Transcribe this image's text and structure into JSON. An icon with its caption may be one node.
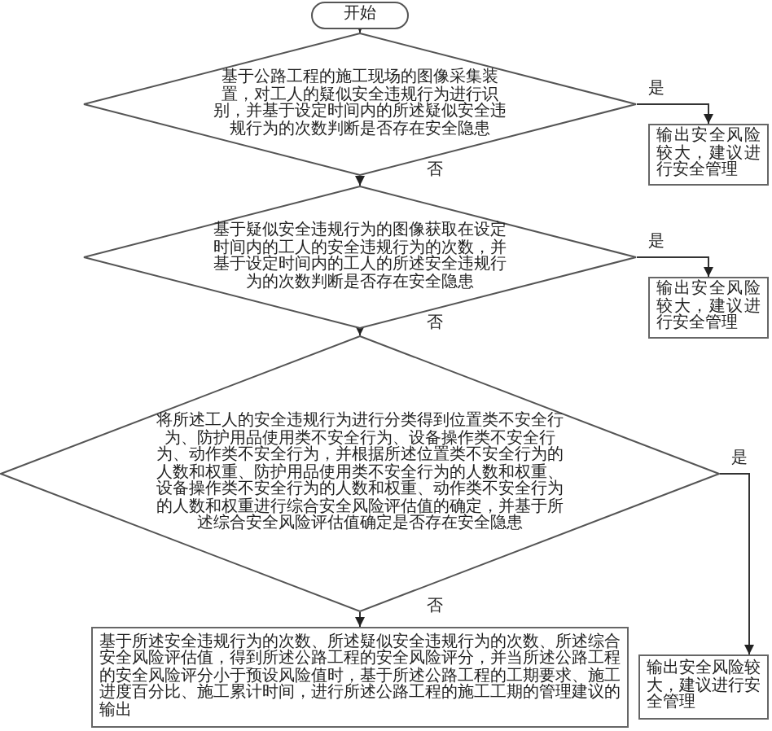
{
  "diagram": {
    "nodes": [
      {
        "text": [
          "开始"
        ]
      },
      {
        "text": [
          "基于公路工程的施工现场的图像采集装置，对工人的疑似安全违规行为进行识别，并基于设定时间内的所述疑似安全违规行为的次数判断是否存在安全隐患"
        ]
      },
      {
        "text": [
          "输出安全风险较大，建议进行安全管理"
        ]
      },
      {
        "text": [
          "基于疑似安全违规行为的图像获取在设定时间内的工人的安全违规行为的次数，并基于设定时间内的工人的所述安全违规行为的次数判断是否存在安全隐患"
        ]
      },
      {
        "text": [
          "输出安全风险较大，建议进行安全管理"
        ]
      },
      {
        "text": [
          "将所述工人的安全违规行为进行分类得到位置类不安全行为、防护用品使用类不安全行为、设备操作类不安全行为、动作类不安全行为，并根据所述位置类不安全行为的人数和权重、防护用品使用类不安全行为的人数和权重、设备操作类不安全行为的人数和权重、动作类不安全行为的人数和权重进行综合安全风险评估值的确定，并基于所述综合安全风险评估值确定是否存在安全隐患"
        ]
      },
      {
        "text": [
          "输出安全风险较大，建议进行安全管理"
        ]
      },
      {
        "text": [
          "基于所述安全违规行为的次数、所述疑似安全违规行为的次数、所述综合安全风险评估值，得到所述公路工程的安全风险评分，并当所述公路工程的安全风险评分小于预设风险值时，基于所述公路工程的工期要求、施工进度百分比、施工累计时间，进行所述公路工程的施工工期的管理建议的输出"
        ]
      }
    ],
    "edges": [
      {
        "from": 0,
        "to": 1,
        "arrow": "to"
      },
      {
        "from": 1,
        "to": 2,
        "arrow": "to",
        "label": "是"
      },
      {
        "from": 1,
        "to": 3,
        "arrow": "to",
        "label": "否"
      },
      {
        "from": 3,
        "to": 4,
        "arrow": "to",
        "label": "是"
      },
      {
        "from": 3,
        "to": 5,
        "arrow": "to",
        "label": "否"
      },
      {
        "from": 5,
        "to": 6,
        "arrow": "to",
        "label": "是"
      },
      {
        "from": 5,
        "to": 7,
        "arrow": "to",
        "label": "否"
      }
    ]
  }
}
